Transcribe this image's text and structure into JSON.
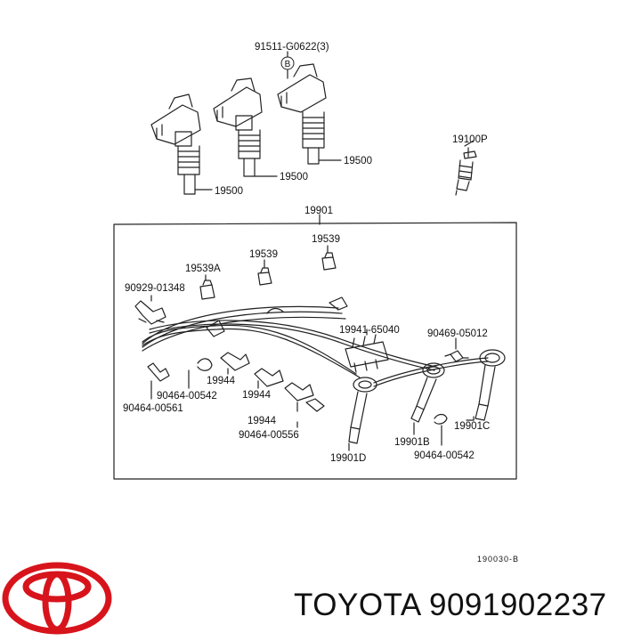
{
  "colors": {
    "line": "#222222",
    "brand_red": "#d7141c",
    "text": "#111111"
  },
  "callouts": {
    "p91511": "91511-G0622(3)",
    "b_marker": "B",
    "p19500_a": "19500",
    "p19500_b": "19500",
    "p19500_c": "19500",
    "p19100p": "19100P",
    "p19901": "19901",
    "p19539_top": "19539",
    "p19539_mid": "19539",
    "p19539a": "19539A",
    "p90929": "90929-01348",
    "p19941": "19941-65040",
    "p90469": "90469-05012",
    "p19944_a": "19944",
    "p19944_b": "19944",
    "p19944_c": "19944",
    "p90464_542a": "90464-00542",
    "p90464_561": "90464-00561",
    "p90464_556": "90464-00556",
    "p90464_542b": "90464-00542",
    "p19901b": "19901B",
    "p19901c": "19901C",
    "p19901d": "19901D"
  },
  "diagram_ref": "190030-B",
  "brand": {
    "name": "TOYOTA",
    "part_number": "9091902237",
    "logo_icon": "toyota-logo-icon"
  }
}
